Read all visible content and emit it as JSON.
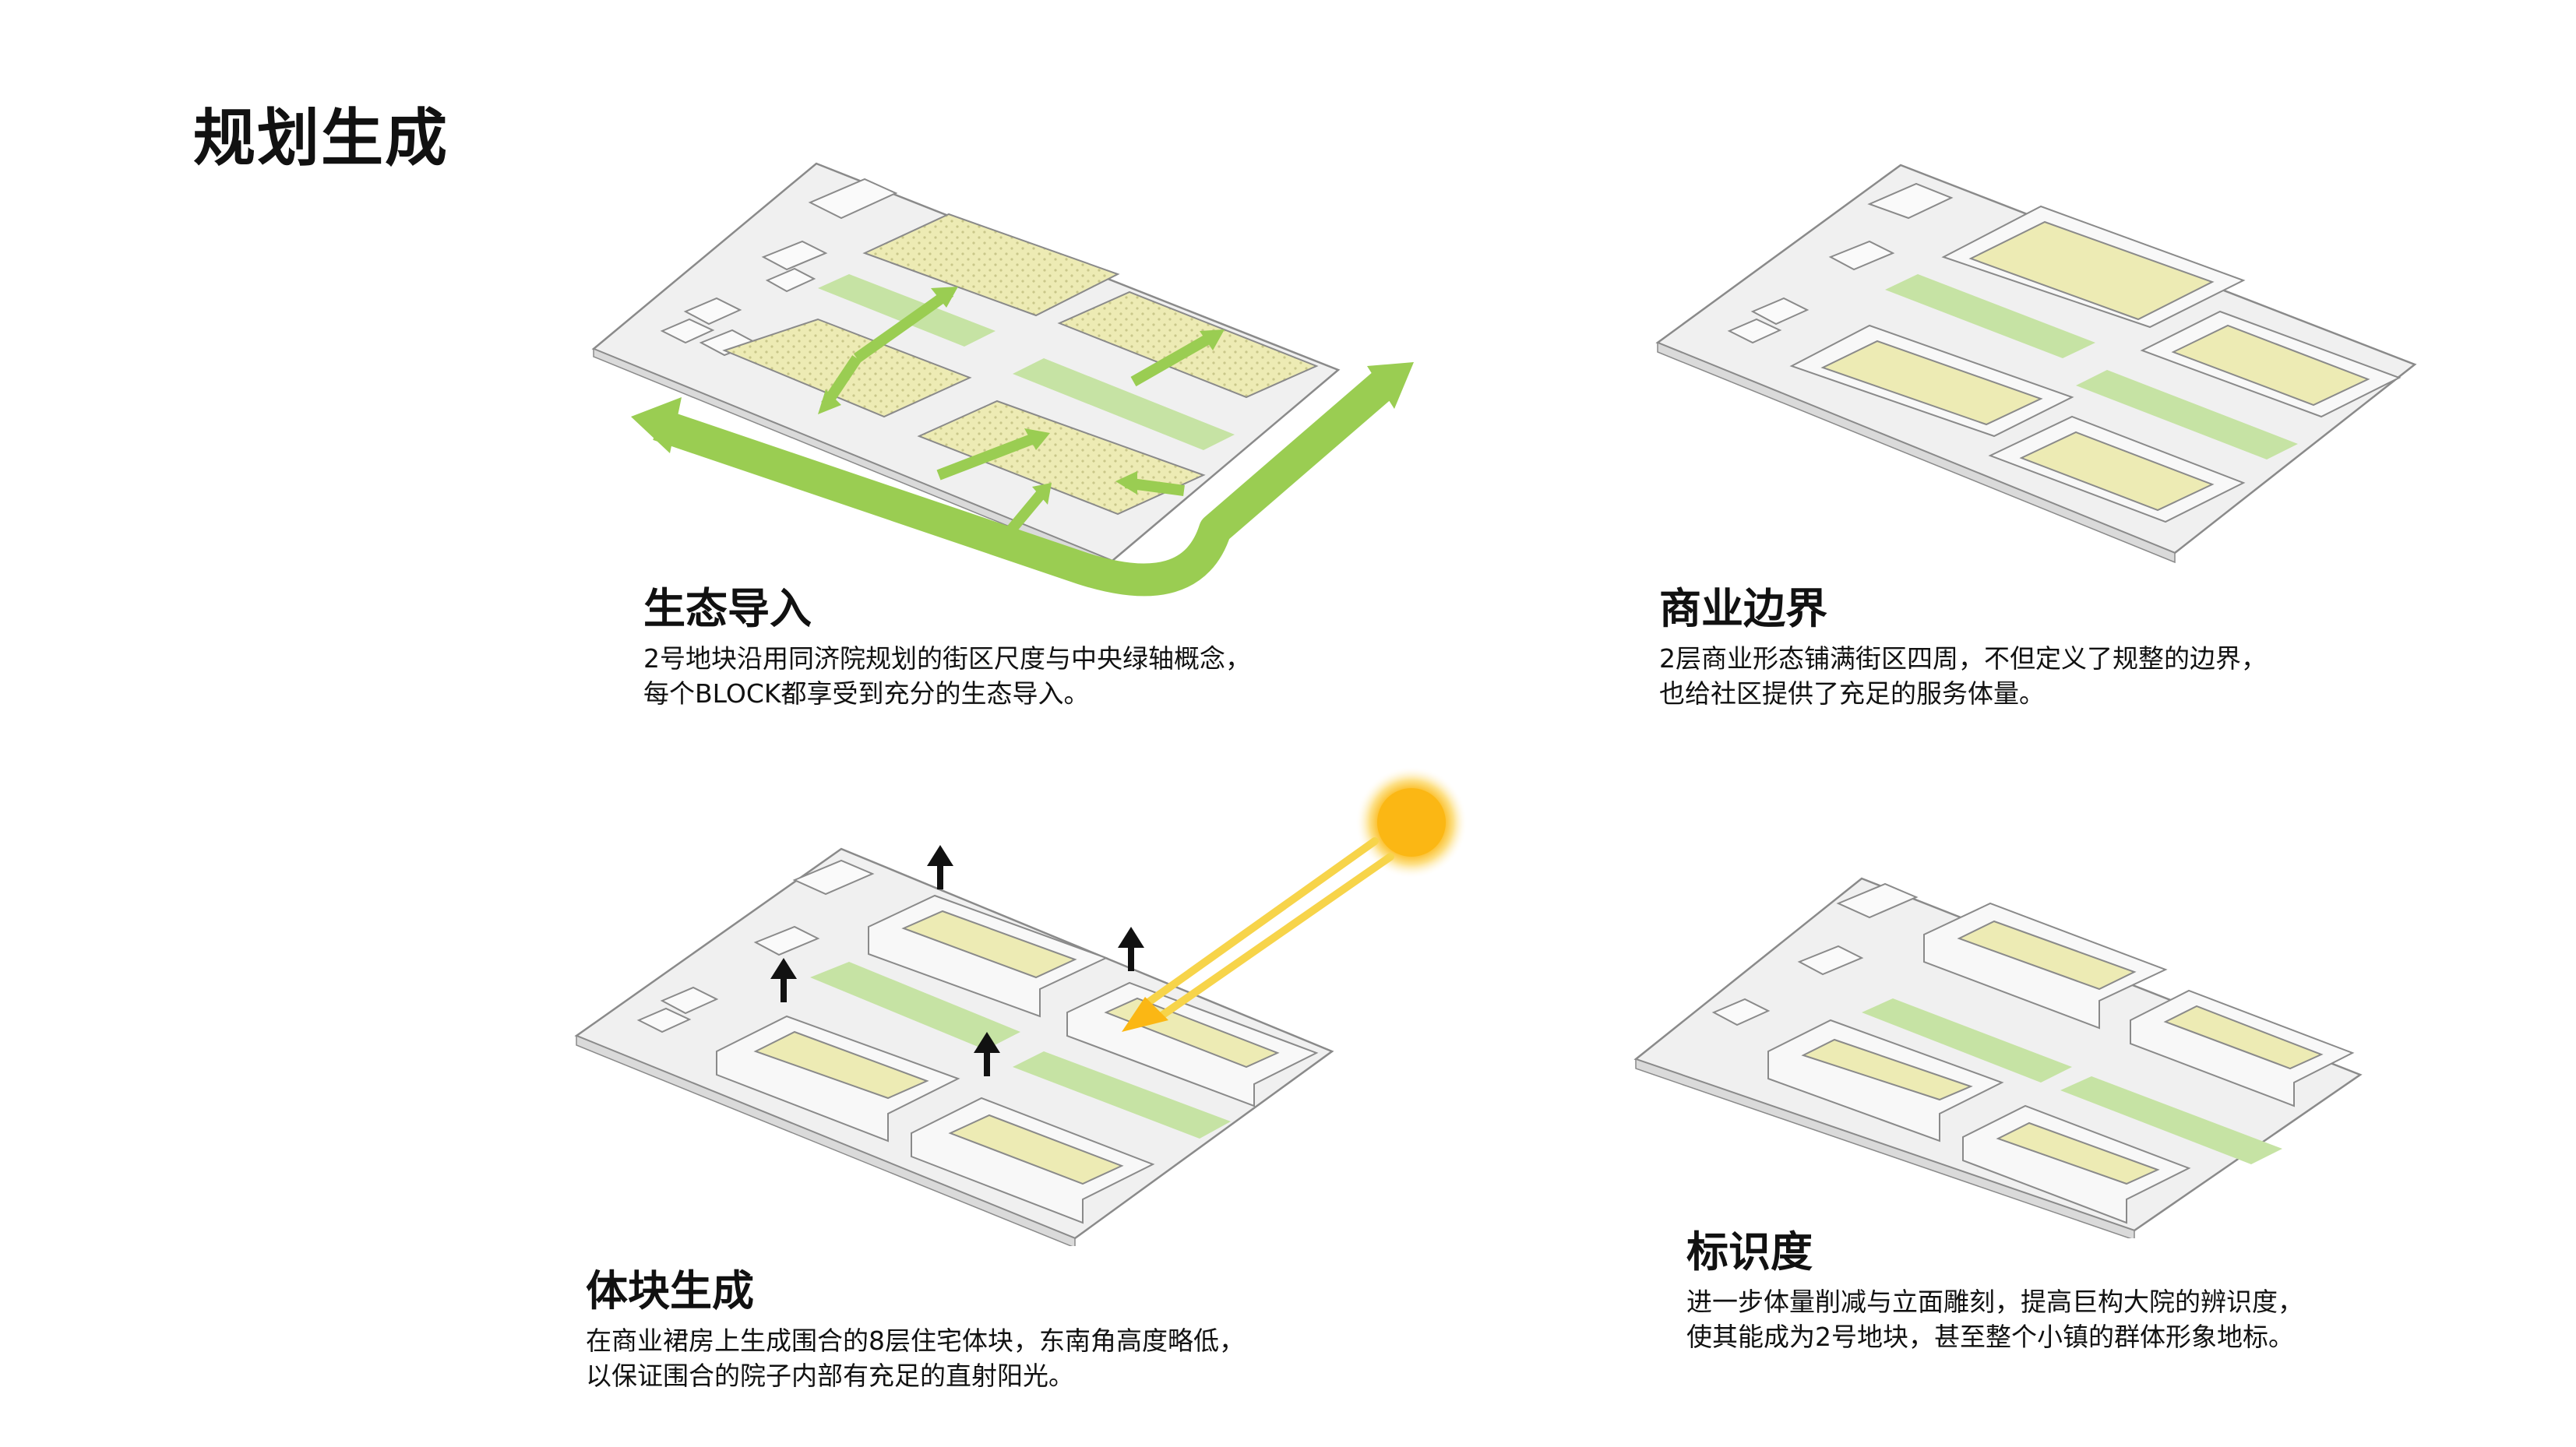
{
  "page_title": "规划生成",
  "colors": {
    "green_arrow": "#9ACD52",
    "green_strip": "#C6E3A4",
    "courtyard": "#EDEBB4",
    "block_fill": "#F5F5F5",
    "ground": "#EEEEEE",
    "outline": "#8A8A8A",
    "sun": "#FBB714",
    "sun_ray": "#F7D44A",
    "black_arrow": "#111111"
  },
  "panels": [
    {
      "id": "eco",
      "title": "生态导入",
      "lines": [
        "2号地块沿用同济院规划的街区尺度与中央绿轴概念，",
        "每个BLOCK都享受到充分的生态导入。"
      ]
    },
    {
      "id": "commerce",
      "title": "商业边界",
      "lines": [
        "2层商业形态铺满街区四周，不但定义了规整的边界，",
        "也给社区提供了充足的服务体量。"
      ]
    },
    {
      "id": "massing",
      "title": "体块生成",
      "lines": [
        "在商业裙房上生成围合的8层住宅体块，东南角高度略低，",
        "以保证围合的院子内部有充足的直射阳光。"
      ]
    },
    {
      "id": "identity",
      "title": "标识度",
      "lines": [
        "进一步体量削减与立面雕刻，提高巨构大院的辨识度，",
        "使其能成为2号地块，甚至整个小镇的群体形象地标。"
      ]
    }
  ]
}
